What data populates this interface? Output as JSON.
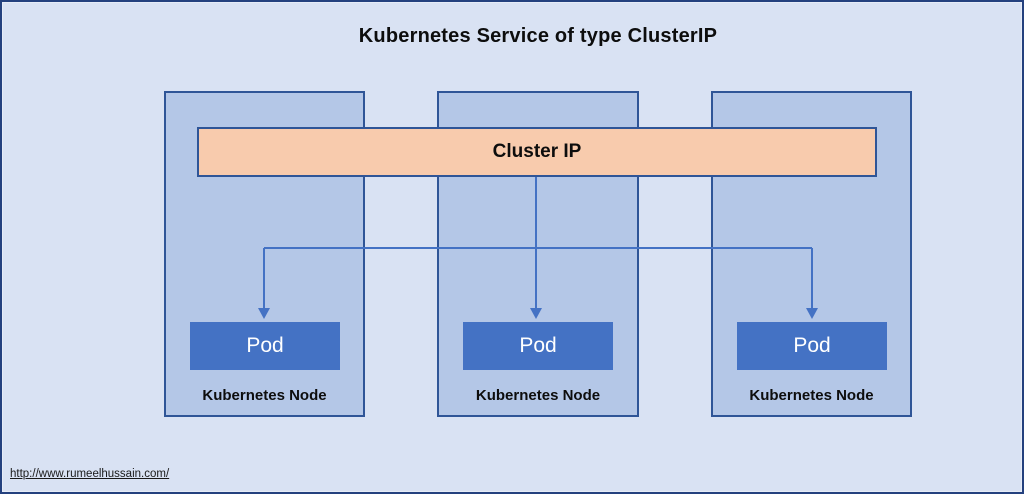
{
  "title": "Kubernetes Service of type ClusterIP",
  "cluster_ip": {
    "label": "Cluster IP"
  },
  "nodes": [
    {
      "label": "Kubernetes Node",
      "pod_label": "Pod"
    },
    {
      "label": "Kubernetes Node",
      "pod_label": "Pod"
    },
    {
      "label": "Kubernetes Node",
      "pod_label": "Pod"
    }
  ],
  "footer": {
    "link_text": "http://www.rumeelhussain.com/"
  },
  "colors": {
    "background": "#D9E2F3",
    "node_fill": "#B4C7E7",
    "shape_border": "#2F5597",
    "pod_fill": "#4472C4",
    "pod_text": "#FFFFFF",
    "cluster_ip_fill": "#F8CBAD",
    "connector": "#4472C4",
    "outer_border": "#24417E",
    "title_text": "#0D0D0D"
  }
}
